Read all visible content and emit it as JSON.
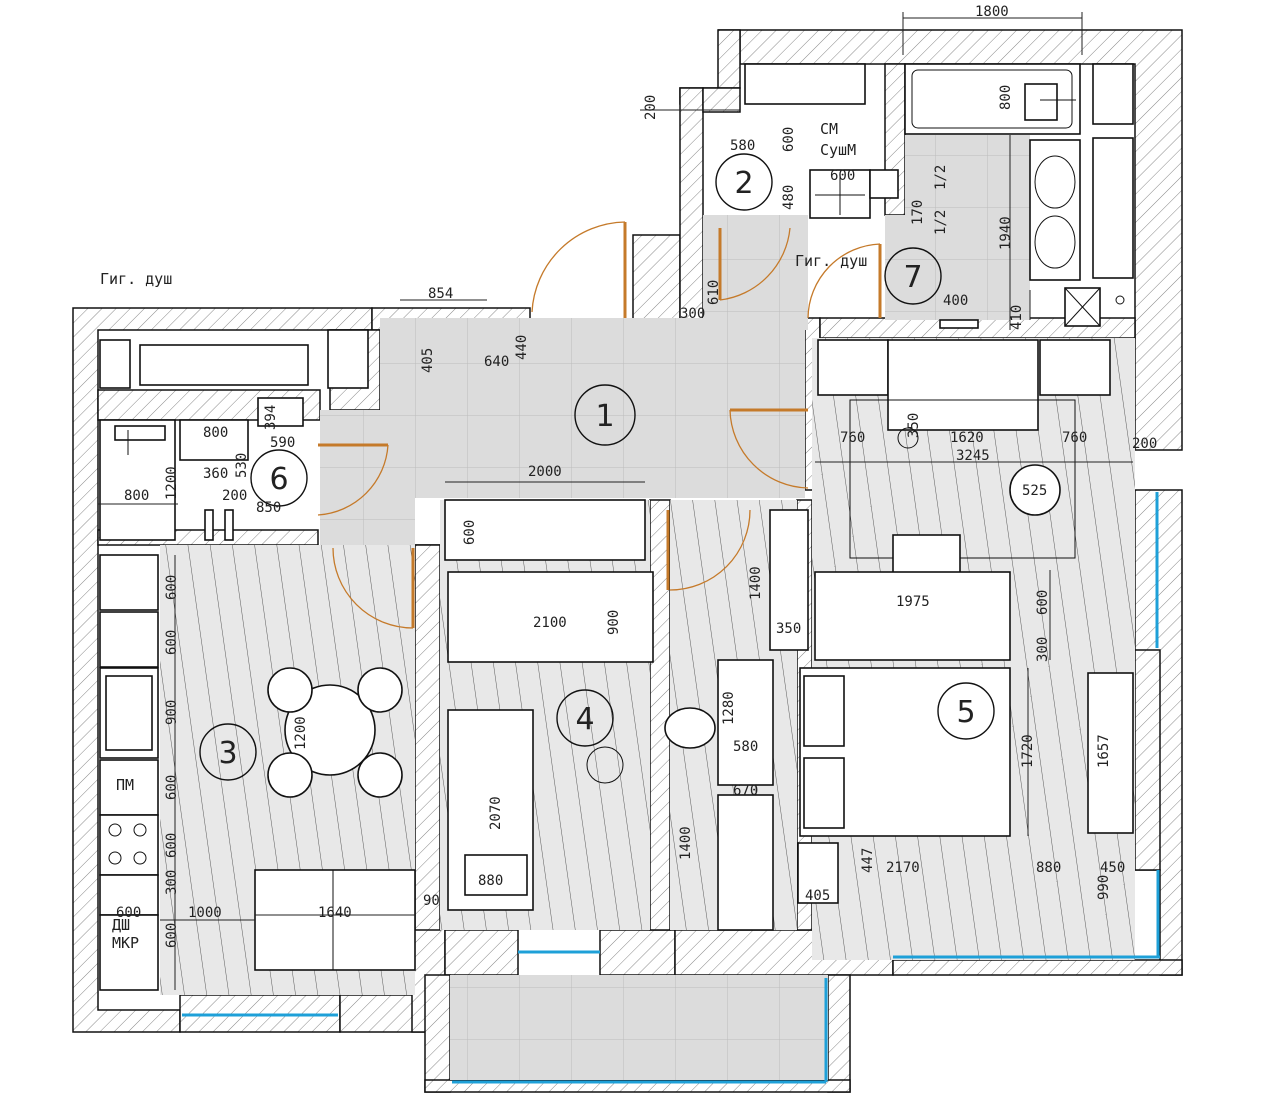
{
  "rooms": {
    "r1": "1",
    "r2": "2",
    "r3": "3",
    "r4": "4",
    "r5": "5",
    "r6": "6",
    "r7": "7"
  },
  "labels": {
    "washer": "СМ",
    "dryer": "СушМ",
    "hyg_shower_1": "Гиг. душ",
    "hyg_shower_2": "Гиг. душ",
    "dishwasher": "ПМ",
    "dw": "ДШ",
    "microwave": "МКР"
  },
  "dimensions": {
    "d1800": "1800",
    "d800_bath": "800",
    "d200": "200",
    "d580": "580",
    "d600a": "600",
    "d480": "480",
    "d600b": "600",
    "d170": "170",
    "d1_2a": "1/2",
    "d1_2b": "1/2",
    "d1940": "1940",
    "d400": "400",
    "d410": "410",
    "d610": "610",
    "d300": "300",
    "d854": "854",
    "d405": "405",
    "d640": "640",
    "d440": "440",
    "d800a": "800",
    "d394": "394",
    "d590": "590",
    "d360": "360",
    "d530": "530",
    "d1200a": "1200",
    "d200b": "200",
    "d850": "850",
    "d800b": "800",
    "d2000": "2000",
    "d600c": "600",
    "d2100": "2100",
    "d900": "900",
    "d1400a": "1400",
    "d350a": "350",
    "d1280": "1280",
    "d580b": "580",
    "d670": "670",
    "d1400b": "1400",
    "d2070": "2070",
    "d880": "880",
    "d760a": "760",
    "d350b": "350",
    "d1620": "1620",
    "d760b": "760",
    "d200c": "200",
    "d3245": "3245",
    "d525": "525",
    "d1975": "1975",
    "d600d": "600",
    "d300b": "300",
    "d1720": "1720",
    "d1657": "1657",
    "d447": "447",
    "d2170": "2170",
    "d880b": "880",
    "d450": "450",
    "d405b": "405",
    "d990": "990",
    "k600a": "600",
    "k600b": "600",
    "k900": "900",
    "k600c": "600",
    "k600d": "600",
    "k300": "300",
    "k600e": "600",
    "d1200b": "1200",
    "d600e": "600",
    "d1000": "1000",
    "d1640": "1640",
    "d90": "90"
  },
  "colors": {
    "wall_hatch": "#111111",
    "tile": "#dcdcdc",
    "door": "#c57a2a",
    "window": "#1ea0d8"
  }
}
